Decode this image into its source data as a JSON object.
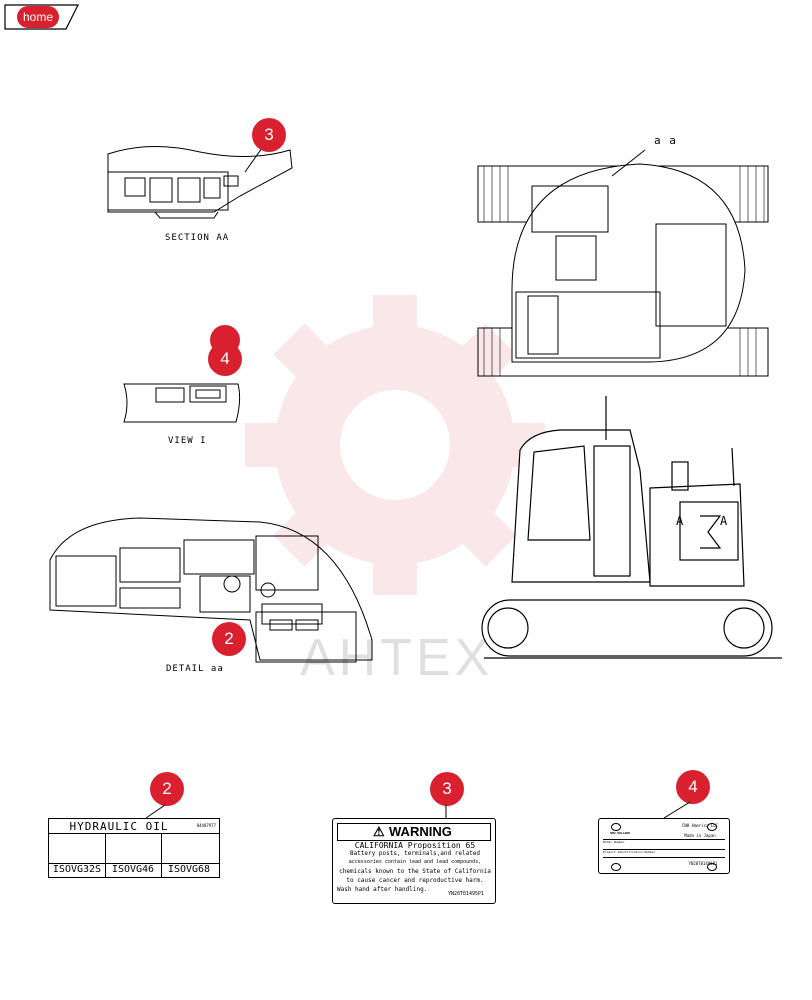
{
  "nav": {
    "home_label": "home"
  },
  "watermark": {
    "text": "AHTEX",
    "color": "#d9202f"
  },
  "callouts": {
    "c3_section": "3",
    "c4_view": "4",
    "c2_detail": "2",
    "c2_decal": "2",
    "c3_decal": "3",
    "c4_decal": "4"
  },
  "captions": {
    "section_aa": "SECTION AA",
    "view_i": "VIEW I",
    "detail_aa": "DETAIL aa",
    "top_view_label": "a a",
    "side_a_left": "A",
    "side_a_right": "A"
  },
  "decals": {
    "hydraulic": {
      "title": "HYDRAULIC OIL",
      "part_no": "84487977",
      "grades": [
        "ISOVG32S",
        "ISOVG46",
        "ISOVG68"
      ]
    },
    "warning": {
      "heading": "WARNING",
      "lines": [
        "CALIFORNIA Proposition 65",
        "Battery posts, terminals,and related",
        "accessories contain lead and lead compounds,",
        "chemicals known to the State of California",
        "to cause cancer and reproductive harm.",
        "Wash hand after handling."
      ],
      "part_no": "YN20T01495P1"
    },
    "plate": {
      "brand": "NEW HOLLAND",
      "company": "CNH America LLC",
      "made_in": "Made in Japan",
      "model_label": "Model Number",
      "product_label": "Product Identification Number",
      "part_no": "YN20T01496P1"
    }
  },
  "colors": {
    "accent": "#d9202f",
    "line": "#000000"
  }
}
